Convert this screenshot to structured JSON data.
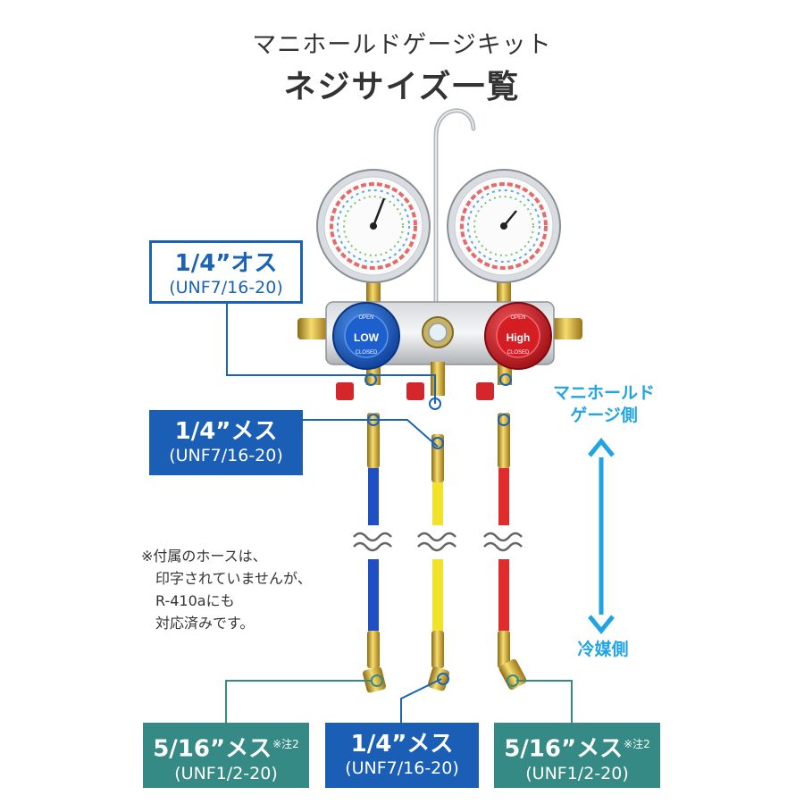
{
  "title": {
    "line1": "マニホールドゲージキット",
    "line2": "ネジサイズ一覧"
  },
  "labels": {
    "male_port": {
      "main": "1/4”オス",
      "sub": "(UNF7/16-20)"
    },
    "female_top": {
      "main": "1/4”メス",
      "sub": "(UNF7/16-20)"
    },
    "bottom_left": {
      "main": "5/16”メス",
      "note": "※注2",
      "sub": "(UNF1/2-20)"
    },
    "bottom_center": {
      "main": "1/4”メス",
      "sub": "(UNF7/16-20)"
    },
    "bottom_right": {
      "main": "5/16”メス",
      "note": "※注2",
      "sub": "(UNF1/2-20)"
    }
  },
  "side": {
    "manifold_line1": "マニホールド",
    "manifold_line2": "ゲージ側",
    "refrigerant": "冷媒側"
  },
  "note": {
    "line1": "※付属のホースは、",
    "line2": "印字されていませんが、",
    "line3": "R-410aにも",
    "line4": "対応済みです。"
  },
  "device": {
    "knob_low": "LOW",
    "knob_high": "High",
    "knob_open": "OPEN",
    "knob_closed": "CLOSED"
  },
  "colors": {
    "accent_blue": "#1a5fb5",
    "teal": "#358a85",
    "sky": "#21a4e4",
    "hose_blue": "#1f4fc2",
    "hose_yellow": "#f2e22a",
    "hose_red": "#e22b2b"
  }
}
